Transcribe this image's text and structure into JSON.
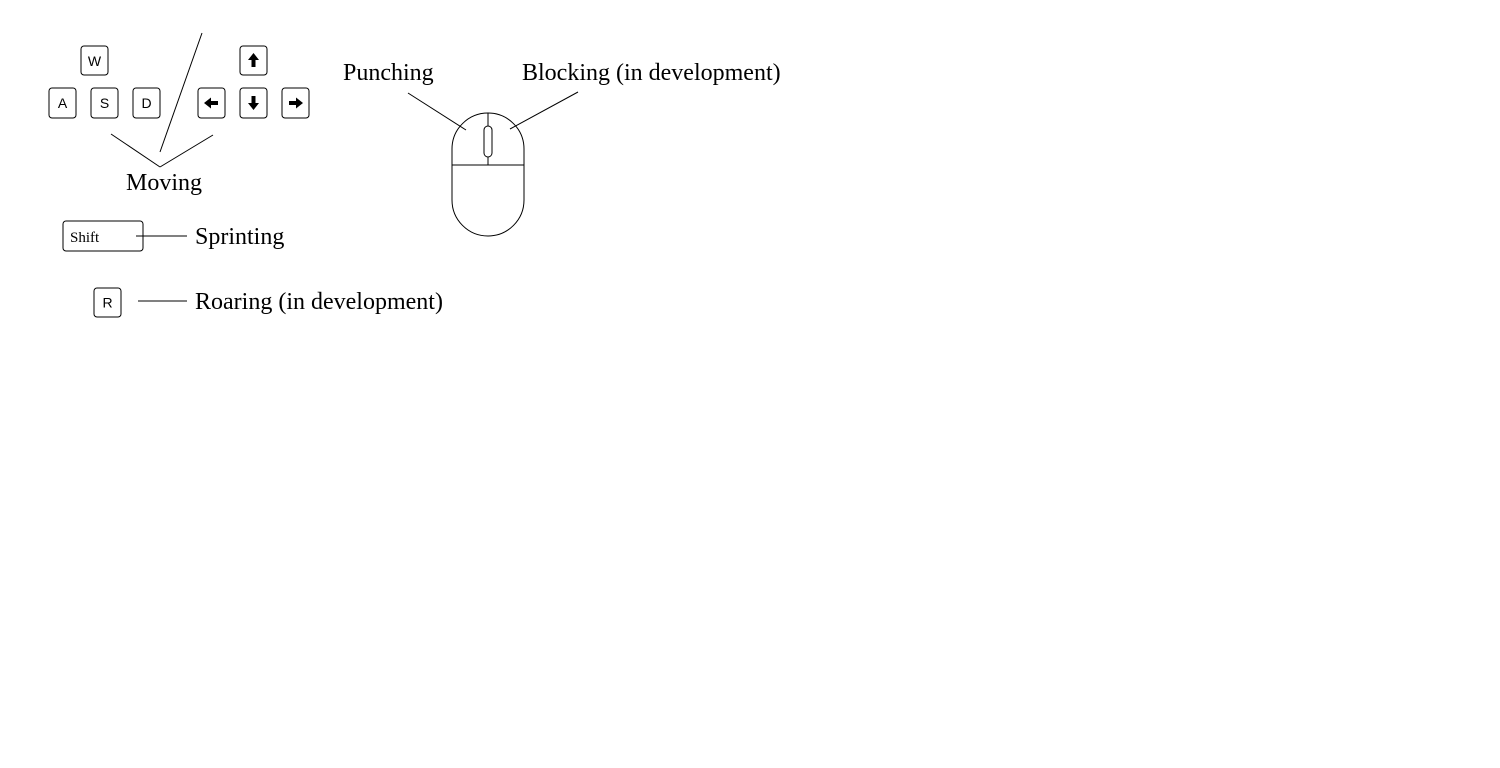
{
  "keys": {
    "w": "W",
    "a": "A",
    "s": "S",
    "d": "D",
    "shift": "Shift",
    "r": "R"
  },
  "arrow_keys": [
    "arrow-up-icon",
    "arrow-left-icon",
    "arrow-down-icon",
    "arrow-right-icon"
  ],
  "labels": {
    "moving": "Moving",
    "sprinting": "Sprinting",
    "roaring": "Roaring (in development)",
    "punching": "Punching",
    "blocking": "Blocking (in development)"
  },
  "colors": {
    "stroke": "#000000",
    "background": "#ffffff"
  }
}
